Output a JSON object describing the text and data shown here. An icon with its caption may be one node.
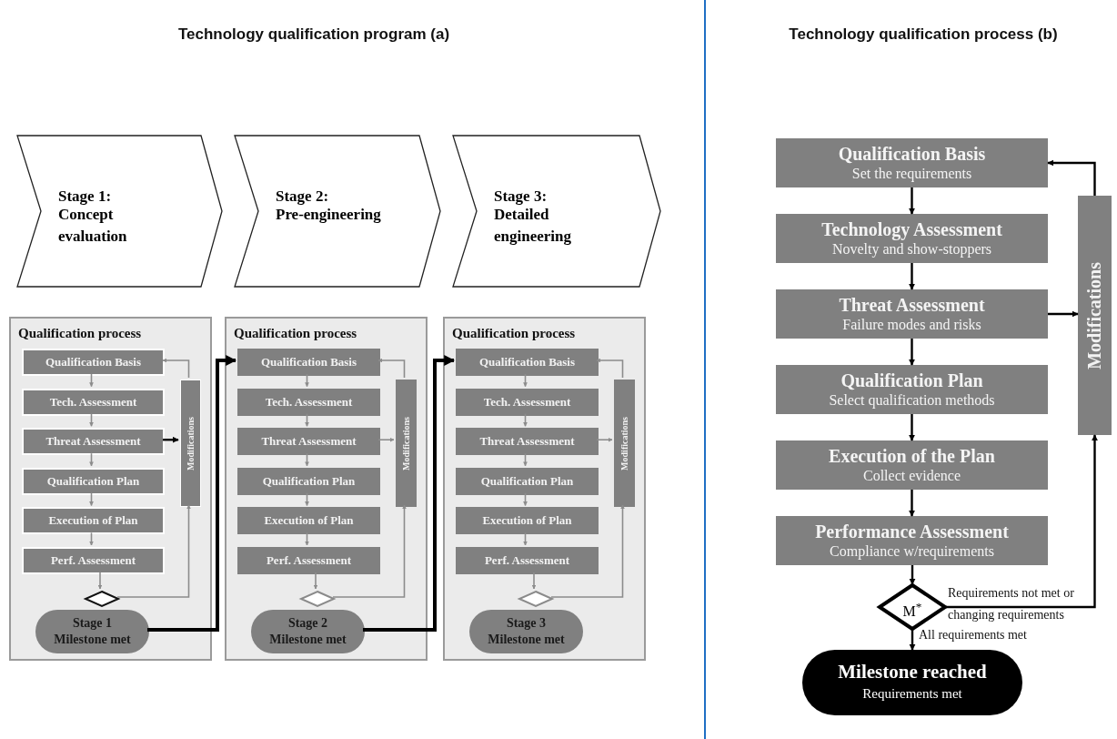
{
  "diagram": {
    "nodes": [
      {
        "text": [
          "Stage 1:",
          "Concept evaluation"
        ]
      },
      {
        "text": [
          "Stage 2:",
          "Pre-engineering"
        ]
      },
      {
        "text": [
          "Stage 3:",
          "Detailed engineering"
        ]
      },
      {
        "text": [
          "Qualification process"
        ]
      },
      {
        "text": [
          "Qualification Basis"
        ],
        "in": 3
      },
      {
        "text": [
          "Tech. Assessment"
        ],
        "in": 3
      },
      {
        "text": [
          "Threat Assessment"
        ],
        "in": 3
      },
      {
        "text": [
          "Qualification Plan"
        ],
        "in": 3
      },
      {
        "text": [
          "Execution of Plan"
        ],
        "in": 3
      },
      {
        "text": [
          "Perf. Assessment"
        ],
        "in": 3
      },
      {
        "text": [
          "Modifications"
        ],
        "in": 3
      },
      {
        "text": [],
        "shape": "diamond",
        "in": 3
      },
      {
        "text": [
          "Stage 1",
          "Milestone met"
        ],
        "in": 3
      },
      {
        "text": [
          "Qualification process"
        ]
      },
      {
        "text": [
          "Qualification Basis"
        ],
        "in": 13
      },
      {
        "text": [
          "Tech. Assessment"
        ],
        "in": 13
      },
      {
        "text": [
          "Threat Assessment"
        ],
        "in": 13
      },
      {
        "text": [
          "Qualification Plan"
        ],
        "in": 13
      },
      {
        "text": [
          "Execution of Plan"
        ],
        "in": 13
      },
      {
        "text": [
          "Perf. Assessment"
        ],
        "in": 13
      },
      {
        "text": [
          "Modifications"
        ],
        "in": 13
      },
      {
        "text": [],
        "shape": "diamond",
        "in": 13
      },
      {
        "text": [
          "Stage 2",
          "Milestone met"
        ],
        "in": 13
      },
      {
        "text": [
          "Qualification process"
        ]
      },
      {
        "text": [
          "Qualification Basis"
        ],
        "in": 23
      },
      {
        "text": [
          "Tech. Assessment"
        ],
        "in": 23
      },
      {
        "text": [
          "Threat Assessment"
        ],
        "in": 23
      },
      {
        "text": [
          "Qualification Plan"
        ],
        "in": 23
      },
      {
        "text": [
          "Execution of Plan"
        ],
        "in": 23
      },
      {
        "text": [
          "Perf. Assessment"
        ],
        "in": 23
      },
      {
        "text": [
          "Modifications"
        ],
        "in": 23
      },
      {
        "text": [],
        "shape": "diamond",
        "in": 23
      },
      {
        "text": [
          "Stage 3",
          "Milestone met"
        ],
        "in": 23
      },
      {
        "text": [
          "Qualification Basis",
          "Set the requirements"
        ]
      },
      {
        "text": [
          "Technology Assessment",
          "Novelty and show-stoppers"
        ]
      },
      {
        "text": [
          "Threat Assessment",
          "Failure modes and risks"
        ]
      },
      {
        "text": [
          "Qualification Plan",
          "Select qualification methods"
        ]
      },
      {
        "text": [
          "Execution of the Plan",
          "Collect evidence"
        ]
      },
      {
        "text": [
          "Performance Assessment",
          "Compliance w/requirements"
        ]
      },
      {
        "text": [
          "Modifications"
        ]
      },
      {
        "text": [
          "M$^{*}$"
        ]
      },
      {
        "text": [
          "Milestone reached",
          "Requirements met"
        ]
      }
    ],
    "edges": [
      {
        "from": 4,
        "to": 5,
        "arrow": "to"
      },
      {
        "from": 5,
        "to": 6,
        "arrow": "to"
      },
      {
        "from": 6,
        "to": 7,
        "arrow": "to"
      },
      {
        "from": 7,
        "to": 8,
        "arrow": "to"
      },
      {
        "from": 8,
        "to": 9,
        "arrow": "to"
      },
      {
        "from": 9,
        "to": 11,
        "arrow": "to"
      },
      {
        "from": 6,
        "to": 10,
        "arrow": "to",
        "color": "#000000"
      },
      {
        "from": 11,
        "to": 10,
        "arrow": "to"
      },
      {
        "from": 10,
        "to": 4,
        "arrow": "to"
      },
      {
        "from": 12,
        "to": 14,
        "arrow": "to",
        "style": "thick",
        "color": "#000000"
      },
      {
        "from": 14,
        "to": 15,
        "arrow": "to"
      },
      {
        "from": 15,
        "to": 16,
        "arrow": "to"
      },
      {
        "from": 16,
        "to": 17,
        "arrow": "to"
      },
      {
        "from": 17,
        "to": 18,
        "arrow": "to"
      },
      {
        "from": 18,
        "to": 19,
        "arrow": "to"
      },
      {
        "from": 19,
        "to": 21,
        "arrow": "to"
      },
      {
        "from": 16,
        "to": 20,
        "arrow": "to"
      },
      {
        "from": 21,
        "to": 20,
        "arrow": "to"
      },
      {
        "from": 20,
        "to": 14,
        "arrow": "to"
      },
      {
        "from": 22,
        "to": 24,
        "arrow": "to",
        "style": "thick",
        "color": "#000000"
      },
      {
        "from": 24,
        "to": 25,
        "arrow": "to"
      },
      {
        "from": 25,
        "to": 26,
        "arrow": "to"
      },
      {
        "from": 26,
        "to": 27,
        "arrow": "to"
      },
      {
        "from": 27,
        "to": 28,
        "arrow": "to"
      },
      {
        "from": 28,
        "to": 29,
        "arrow": "to"
      },
      {
        "from": 29,
        "to": 31,
        "arrow": "to"
      },
      {
        "from": 26,
        "to": 30,
        "arrow": "to"
      },
      {
        "from": 31,
        "to": 30,
        "arrow": "to"
      },
      {
        "from": 30,
        "to": 24,
        "arrow": "to"
      },
      {
        "from": 33,
        "to": 34,
        "arrow": "to",
        "color": "#000000"
      },
      {
        "from": 34,
        "to": 35,
        "arrow": "to",
        "color": "#000000"
      },
      {
        "from": 35,
        "to": 36,
        "arrow": "to",
        "color": "#000000"
      },
      {
        "from": 36,
        "to": 37,
        "arrow": "to",
        "color": "#000000"
      },
      {
        "from": 37,
        "to": 38,
        "arrow": "to",
        "color": "#000000"
      },
      {
        "from": 38,
        "to": 40,
        "arrow": "to",
        "color": "#000000"
      },
      {
        "from": 35,
        "to": 39,
        "arrow": "to",
        "color": "#000000"
      },
      {
        "from": 40,
        "to": 39,
        "arrow": "to",
        "label": "Requirements not met or changing requirements",
        "color": "#000000"
      },
      {
        "from": 39,
        "to": 33,
        "arrow": "to",
        "color": "#000000"
      },
      {
        "from": 40,
        "to": 41,
        "arrow": "to",
        "label": "All requirements met",
        "color": "#000000"
      }
    ],
    "labels": [
      "Technology qualification program (a)",
      "Technology qualification process (b)"
    ]
  }
}
